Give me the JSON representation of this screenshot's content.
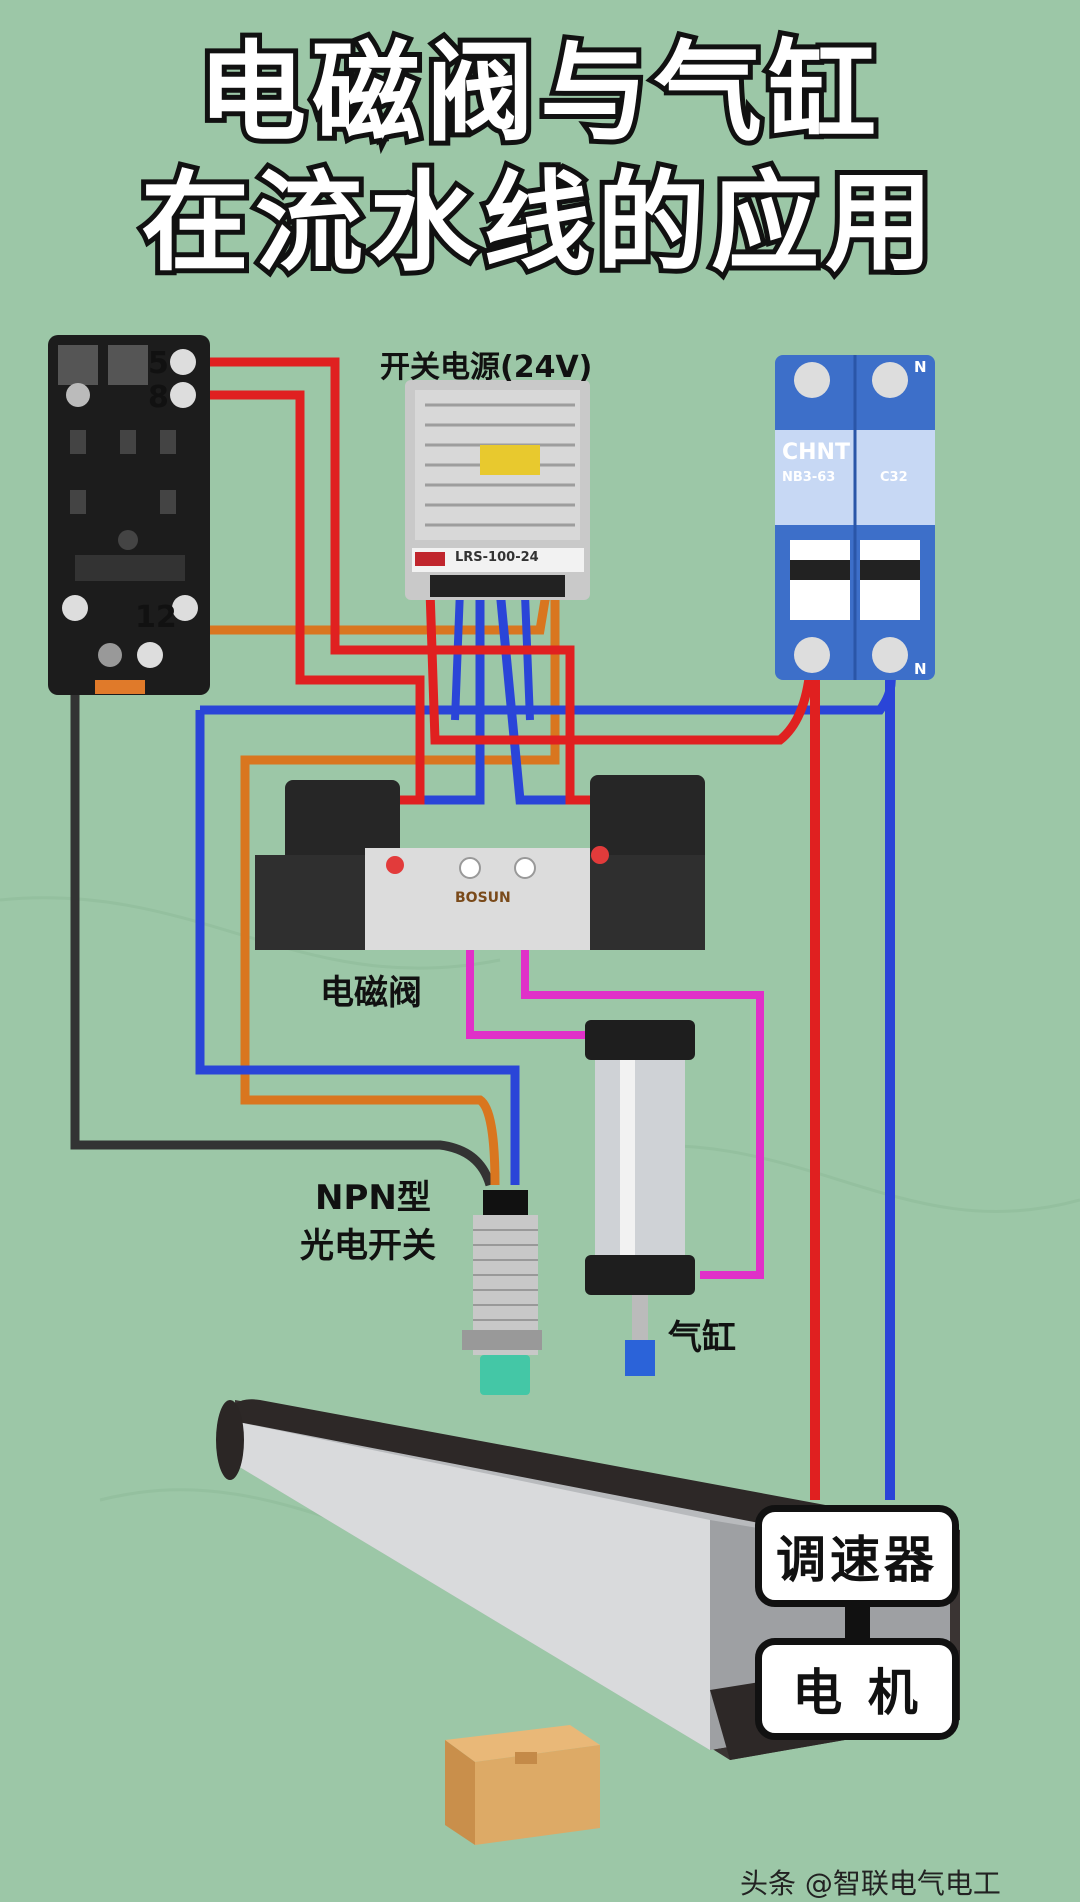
{
  "title": {
    "line1": "电磁阀与气缸",
    "line2": "在流水线的应用"
  },
  "labels": {
    "power_supply": "开关电源(24V)",
    "solenoid_valve": "电磁阀",
    "npn_switch_line1": "NPN型",
    "npn_switch_line2": "光电开关",
    "cylinder": "气缸",
    "speed_controller": "调速器",
    "motor": "电 机"
  },
  "relay_terminals": {
    "t5": "5",
    "t8": "8",
    "t12": "12"
  },
  "breaker": {
    "brand": "CHNT",
    "model": "NB3-63",
    "rating": "C32",
    "n_top": "N",
    "n_bottom": "N"
  },
  "power_supply_model": "LRS-100-24",
  "valve_brand": "BOSUN",
  "watermark": "头条 @智联电气电工",
  "wire_colors": {
    "positive": "#e02020",
    "negative": "#2a45d8",
    "signal": "#d9761f",
    "common": "#333333",
    "air": "#e030c8"
  }
}
